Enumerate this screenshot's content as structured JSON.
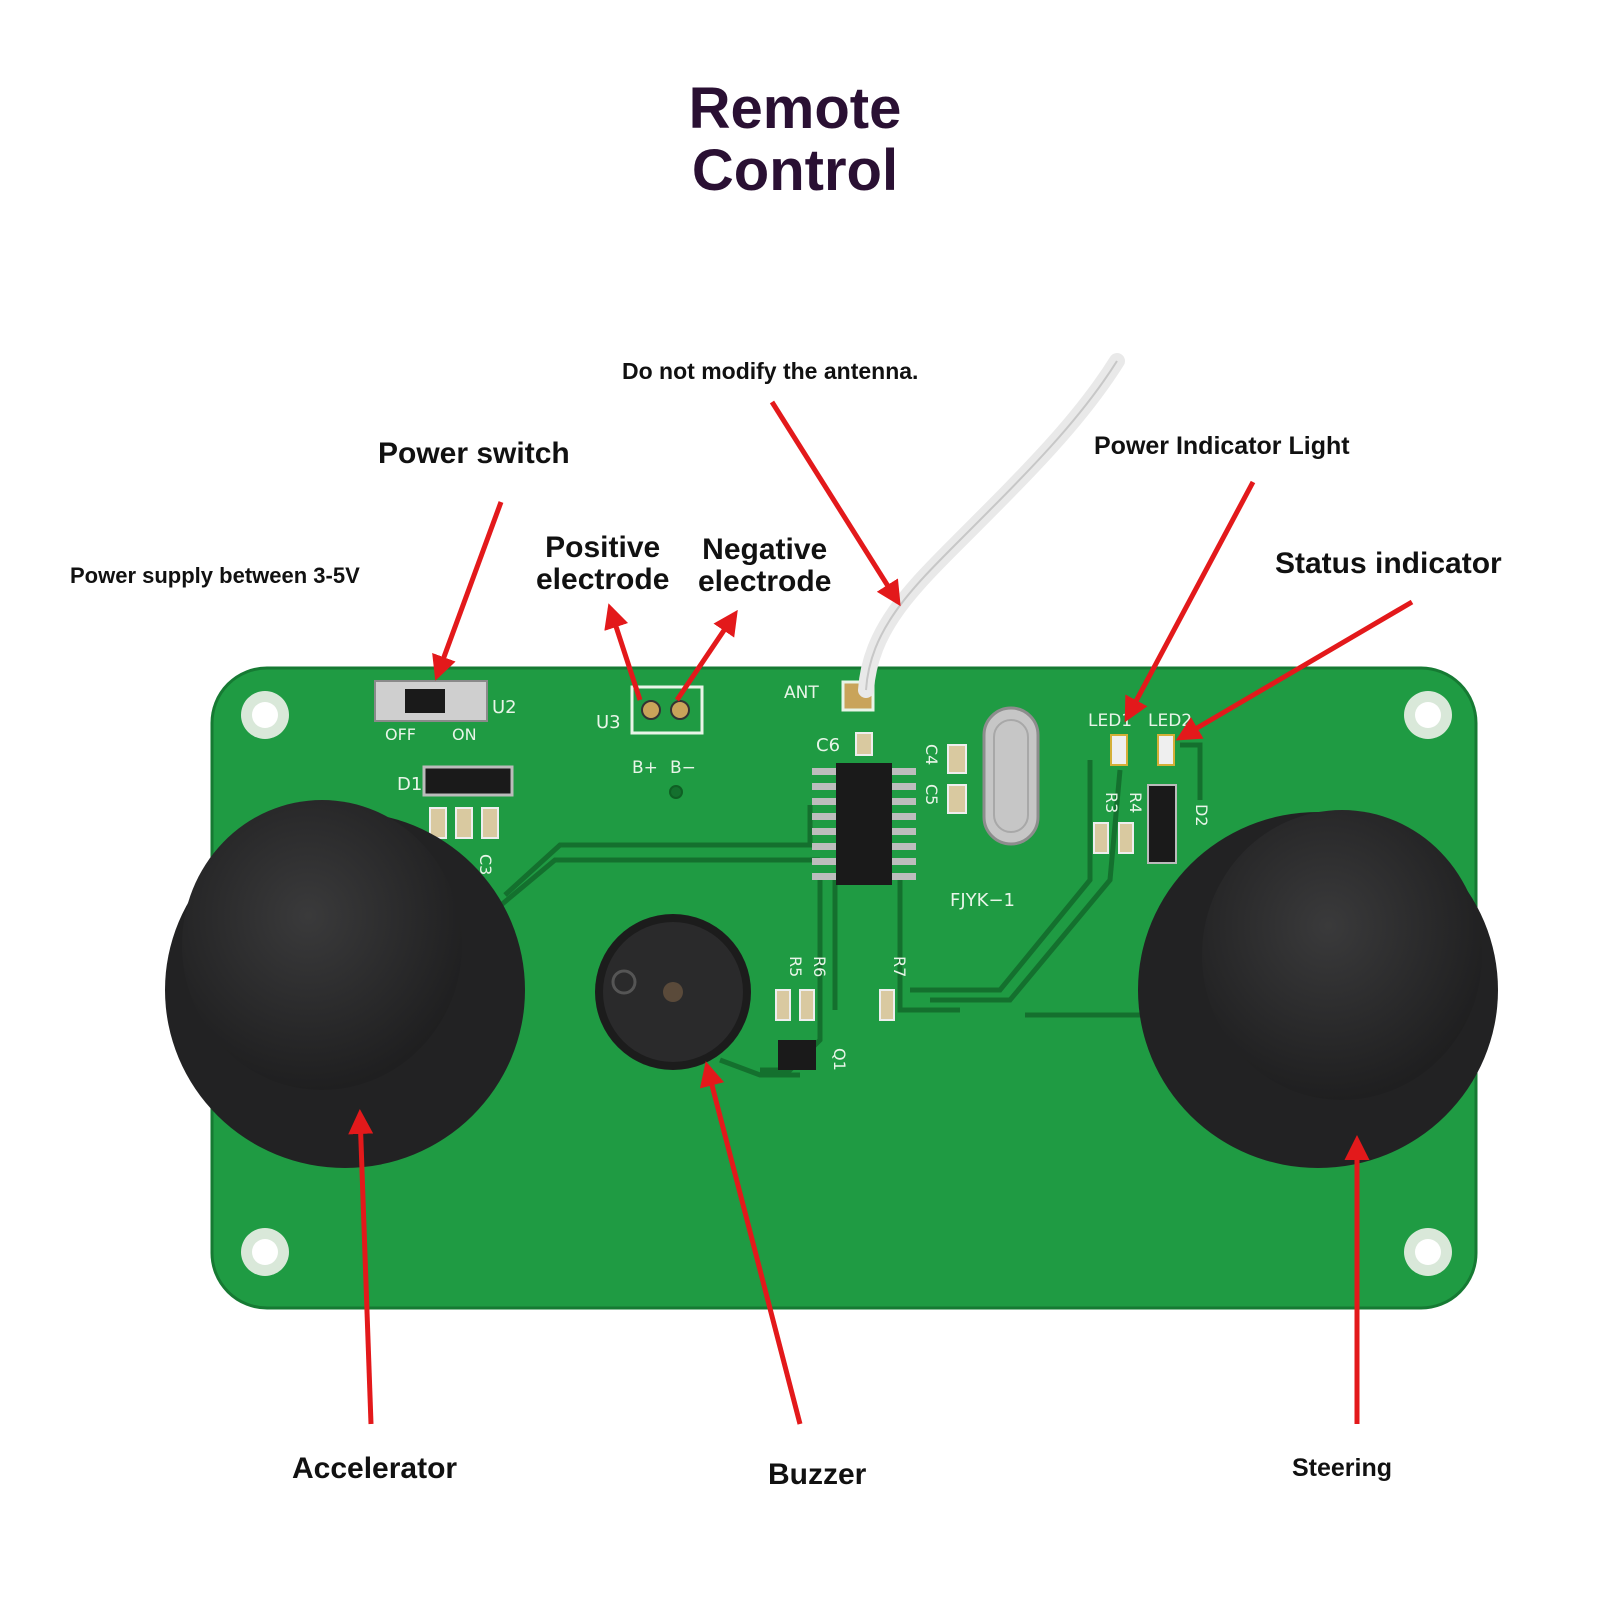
{
  "title": {
    "line1": "Remote",
    "line2": "Control"
  },
  "labels": {
    "antenna_note": "Do not modify the antenna.",
    "power_switch": "Power switch",
    "power_supply": "Power supply between 3-5V",
    "positive_line1": "Positive",
    "positive_line2": "electrode",
    "negative_line1": "Negative",
    "negative_line2": "electrode",
    "power_indicator": "Power Indicator Light",
    "status_indicator": "Status indicator",
    "accelerator": "Accelerator",
    "buzzer": "Buzzer",
    "steering": "Steering"
  },
  "board": {
    "silkscreen": {
      "u2": "U2",
      "off": "OFF",
      "on": "ON",
      "d1": "D1",
      "u3": "U3",
      "b_plus": "B+",
      "b_minus": "B−",
      "ant": "ANT",
      "c6": "C6",
      "c4": "C4",
      "c5": "C5",
      "led1": "LED1",
      "led2": "LED2",
      "r3": "R3",
      "r4": "R4",
      "d2": "D2",
      "c3": "C3",
      "model": "FJYK−1",
      "r5": "R5",
      "r6": "R6",
      "r7": "R7",
      "q1": "Q1"
    }
  },
  "colors": {
    "pcb": "#1f9b43",
    "pcb_dark": "#167a33",
    "trace": "#14702e",
    "arrow": "#e3191b",
    "joystick": "#2a2a2b",
    "title": "#2a1033"
  }
}
